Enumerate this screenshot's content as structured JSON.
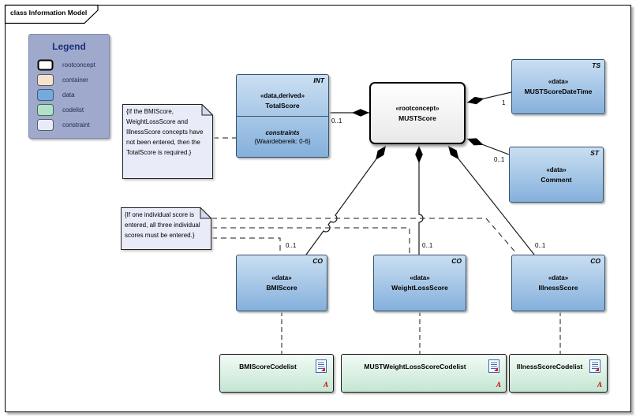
{
  "frame": {
    "title": "class Information Model"
  },
  "legend": {
    "title": "Legend",
    "items": [
      {
        "label": "rootconcept",
        "swatch": "#ffffff"
      },
      {
        "label": "container",
        "swatch": "#f7e2cf"
      },
      {
        "label": "data",
        "swatch": "#76aadd"
      },
      {
        "label": "codelist",
        "swatch": "#b2e0c8"
      },
      {
        "label": "constraint",
        "swatch": "#e9ecf8"
      }
    ]
  },
  "notes": [
    {
      "text": "{If the BMIScore,\nWeightLossScore and\nIllnessScore concepts have\nnot been entered, then the\nTotalScore is required.}"
    },
    {
      "text": "{If one individual score is\nentered, all three individual\nscores must be entered.}"
    }
  ],
  "classes": [
    {
      "type_code": "INT",
      "stereotype": "«data,derived»",
      "name": "TotalScore",
      "constraints_label": "constraints",
      "constraint_value": "{Waardebereik: 0-6}"
    },
    {
      "stereotype": "«rootconcept»",
      "name": "MUSTScore"
    },
    {
      "type_code": "TS",
      "stereotype": "«data»",
      "name": "MUSTScoreDateTime"
    },
    {
      "type_code": "ST",
      "stereotype": "«data»",
      "name": "Comment"
    },
    {
      "type_code": "CO",
      "stereotype": "«data»",
      "name": "BMIScore"
    },
    {
      "type_code": "CO",
      "stereotype": "«data»",
      "name": "WeightLossScore"
    },
    {
      "type_code": "CO",
      "stereotype": "«data»",
      "name": "IllnessScore"
    }
  ],
  "codelists": [
    {
      "name": "BMIScoreCodelist",
      "badge": "A"
    },
    {
      "name": "MUSTWeightLossScoreCodelist",
      "badge": "A"
    },
    {
      "name": "IllnessScoreCodelist",
      "badge": "A"
    }
  ],
  "multiplicities": {
    "totalscore": "0..1",
    "datetime": "1",
    "comment": "0..1",
    "bmi": "0..1",
    "weightloss": "0..1",
    "illness": "0..1"
  },
  "colors": {
    "data_fill_top": "#cadff2",
    "data_fill_bottom": "#85b0dc",
    "data_border": "#33536f",
    "codelist_fill_top": "#f3fbf6",
    "codelist_fill_bottom": "#c3e6d2",
    "note_fill": "#e9ecf8",
    "legend_bg": "#9fa9cc",
    "badge_color": "#cc0000"
  }
}
